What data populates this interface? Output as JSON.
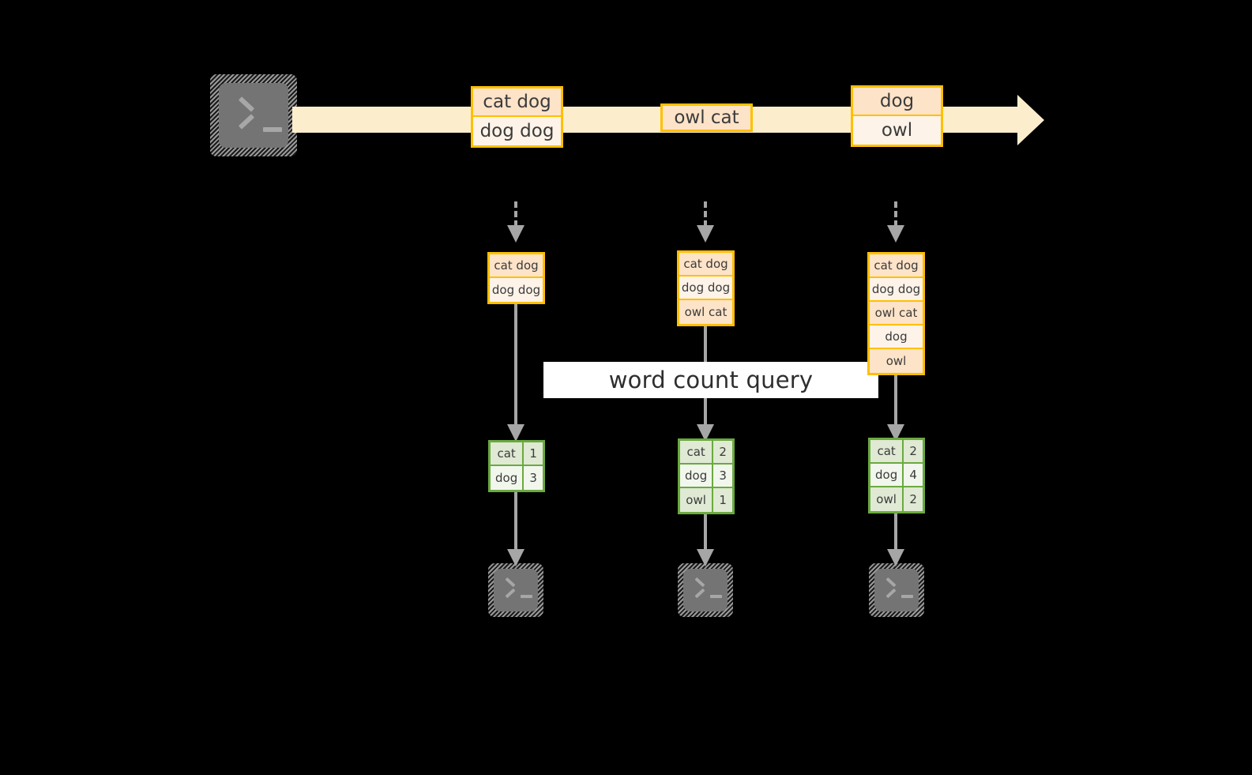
{
  "diagram": {
    "title_label": "word count query",
    "colors": {
      "background": "#000000",
      "stream_fill": "#fceecd",
      "log_border": "#ffbf00",
      "log_shade_dark": "#fde3c8",
      "log_shade_light": "#fdf3e8",
      "count_border": "#6aaa3f",
      "count_shade_dark": "#dfe9d4",
      "count_shade_light": "#f2f7ed",
      "arrow_gray": "#a6a6a6",
      "terminal_face": "#747474",
      "banner_fill": "#ffffff"
    }
  },
  "source": {
    "icon": "terminal-icon",
    "label": ""
  },
  "stream": {
    "name": "event-stream-arrow",
    "batches": [
      {
        "id": "batch-1",
        "lines": [
          "cat dog",
          "dog dog"
        ]
      },
      {
        "id": "batch-2",
        "lines": [
          "owl cat"
        ]
      },
      {
        "id": "batch-3",
        "lines": [
          "dog",
          "owl"
        ]
      }
    ]
  },
  "snapshots": [
    {
      "id": "snapshot-1",
      "log_lines": [
        "cat dog",
        "dog dog"
      ],
      "counts": [
        {
          "word": "cat",
          "count": "1"
        },
        {
          "word": "dog",
          "count": "3"
        }
      ],
      "sink_icon": "terminal-icon"
    },
    {
      "id": "snapshot-2",
      "log_lines": [
        "cat dog",
        "dog dog",
        "owl cat"
      ],
      "counts": [
        {
          "word": "cat",
          "count": "2"
        },
        {
          "word": "dog",
          "count": "3"
        },
        {
          "word": "owl",
          "count": "1"
        }
      ],
      "sink_icon": "terminal-icon"
    },
    {
      "id": "snapshot-3",
      "log_lines": [
        "cat dog",
        "dog dog",
        "owl cat",
        "dog",
        "owl"
      ],
      "counts": [
        {
          "word": "cat",
          "count": "2"
        },
        {
          "word": "dog",
          "count": "4"
        },
        {
          "word": "owl",
          "count": "2"
        }
      ],
      "sink_icon": "terminal-icon"
    }
  ]
}
